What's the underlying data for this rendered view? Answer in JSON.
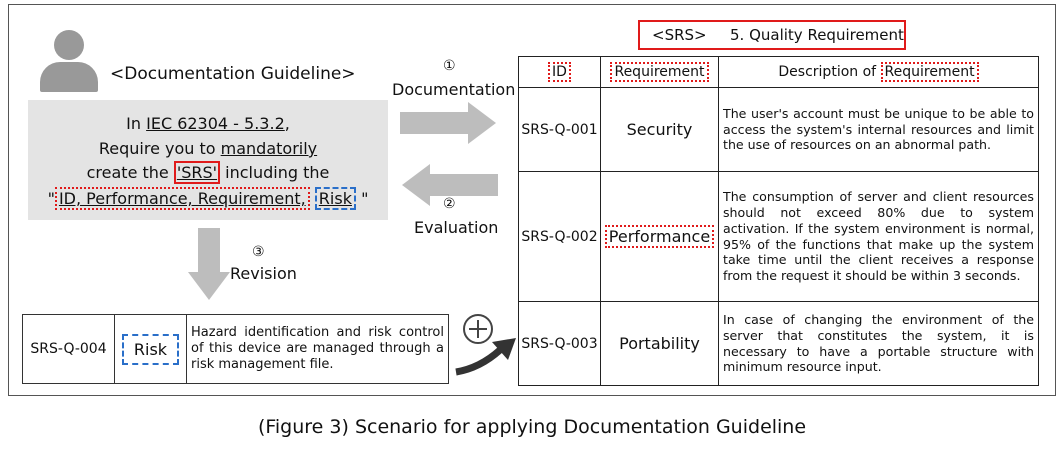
{
  "guideline": {
    "title": "<Documentation Guideline>",
    "line1_prefix": "In ",
    "line1_std": "IEC 62304 - 5.3.2",
    "line1_suffix": ",",
    "line2_prefix": "Require you to ",
    "line2_word": "mandatorily",
    "line3_prefix": "create the ",
    "line3_srs": "'SRS'",
    "line3_suffix": " including the",
    "line4_open": "\"",
    "line4_items": "ID, Performance, Requirement,",
    "line4_risk": "Risk",
    "line4_close": "\""
  },
  "steps": {
    "documentation": {
      "num": "①",
      "label": "Documentation"
    },
    "evaluation": {
      "num": "②",
      "label": "Evaluation"
    },
    "revision": {
      "num": "③",
      "label": "Revision"
    },
    "plus": "⊕"
  },
  "srs": {
    "title_tag": "<SRS>",
    "title_text": "5. Quality Requirement",
    "headers": {
      "id": "ID",
      "req": "Requirement",
      "desc_prefix": "Description of ",
      "desc_req": "Requirement"
    },
    "rows": [
      {
        "id": "SRS-Q-001",
        "req": "Security",
        "desc": "The user's account must be unique to be able to access the system's internal resources and limit the use of resources on an abnormal path."
      },
      {
        "id": "SRS-Q-002",
        "req": "Performance",
        "desc": "The consumption of server and client resources should not exceed 80% due to system activation. If the system environment is normal, 95% of the functions that make up the system take time until the client receives a response from the request it should be within 3 seconds."
      },
      {
        "id": "SRS-Q-003",
        "req": "Portability",
        "desc": "In case of changing the environment of the server that constitutes the system, it is necessary to have a portable structure with minimum resource input."
      }
    ]
  },
  "risk_row": {
    "id": "SRS-Q-004",
    "req": "Risk",
    "desc": "Hazard identification and risk control of this device are managed through a risk management file."
  },
  "caption": "(Figure 3) Scenario for applying Documentation Guideline",
  "colors": {
    "red": "#e01a1a",
    "blue": "#2a6fc9",
    "gray_box": "#e4e4e4",
    "arrow": "#bdbdbd"
  }
}
